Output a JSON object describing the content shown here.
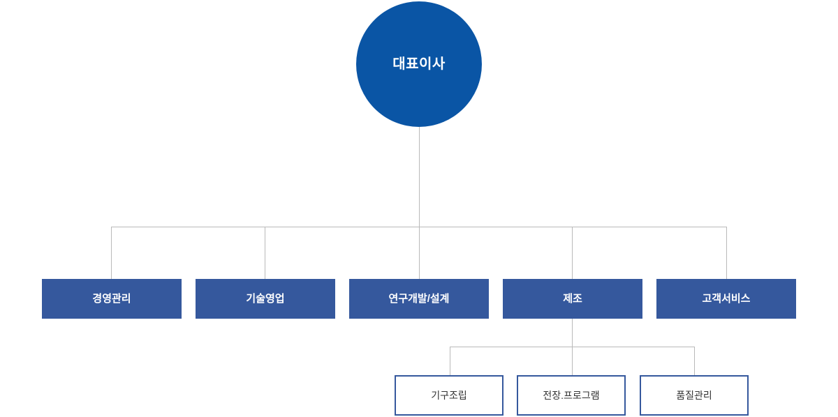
{
  "chart_data": {
    "type": "diagram",
    "subtype": "organization-chart",
    "title": "",
    "orientation": "top-down",
    "levels": 3,
    "colors": {
      "root_fill": "#0a55a5",
      "root_text": "#ffffff",
      "division_fill": "#35589d",
      "division_text": "#ffffff",
      "team_fill": "#ffffff",
      "team_border": "#35589d",
      "team_text": "#333333",
      "connector": "#b9b9b9",
      "background": "#ffffff"
    },
    "nodes": [
      {
        "id": "ceo",
        "label": "대표이사",
        "level": 0,
        "shape": "circle",
        "parent": null
      },
      {
        "id": "div0",
        "label": "경영관리",
        "level": 1,
        "shape": "rect",
        "parent": "ceo"
      },
      {
        "id": "div1",
        "label": "기술영업",
        "level": 1,
        "shape": "rect",
        "parent": "ceo"
      },
      {
        "id": "div2",
        "label": "연구개발/설계",
        "level": 1,
        "shape": "rect",
        "parent": "ceo"
      },
      {
        "id": "div3",
        "label": "제조",
        "level": 1,
        "shape": "rect",
        "parent": "ceo"
      },
      {
        "id": "div4",
        "label": "고객서비스",
        "level": 1,
        "shape": "rect",
        "parent": "ceo"
      },
      {
        "id": "team0",
        "label": "기구조립",
        "level": 2,
        "shape": "rect",
        "parent": "div3"
      },
      {
        "id": "team1",
        "label": "전장.프로그램",
        "level": 2,
        "shape": "rect",
        "parent": "div3"
      },
      {
        "id": "team2",
        "label": "품질관리",
        "level": 2,
        "shape": "rect",
        "parent": "div3"
      }
    ],
    "edges": [
      {
        "from": "ceo",
        "to": "div0"
      },
      {
        "from": "ceo",
        "to": "div1"
      },
      {
        "from": "ceo",
        "to": "div2"
      },
      {
        "from": "ceo",
        "to": "div3"
      },
      {
        "from": "ceo",
        "to": "div4"
      },
      {
        "from": "div3",
        "to": "team0"
      },
      {
        "from": "div3",
        "to": "team1"
      },
      {
        "from": "div3",
        "to": "team2"
      }
    ]
  },
  "root": {
    "label": "대표이사"
  },
  "divisions": [
    {
      "label": "경영관리"
    },
    {
      "label": "기술영업"
    },
    {
      "label": "연구개발/설계"
    },
    {
      "label": "제조"
    },
    {
      "label": "고객서비스"
    }
  ],
  "teams": [
    {
      "label": "기구조립"
    },
    {
      "label": "전장.프로그램"
    },
    {
      "label": "품질관리"
    }
  ]
}
